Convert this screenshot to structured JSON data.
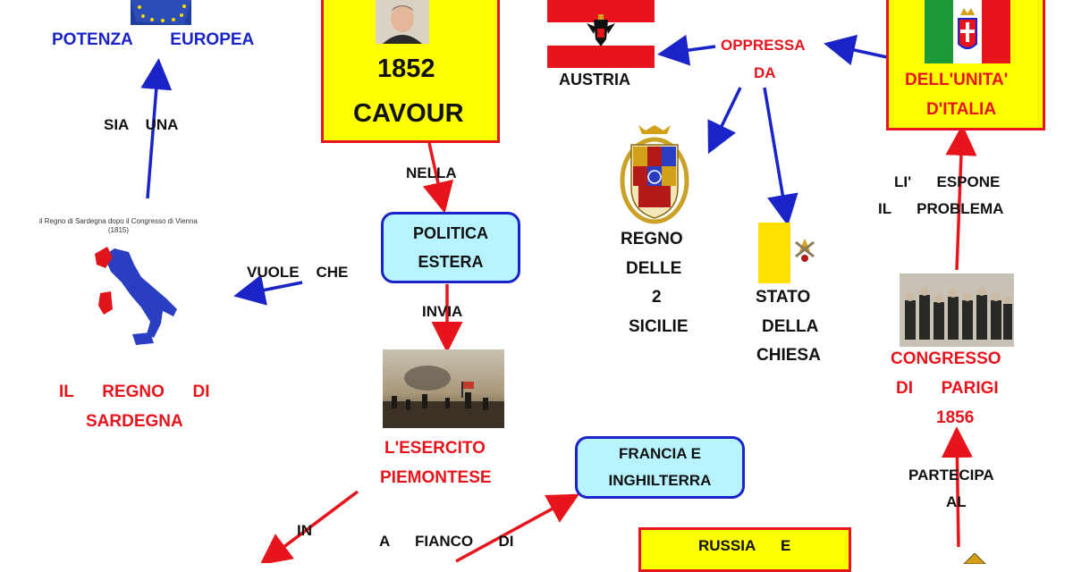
{
  "colors": {
    "red": "#e8141c",
    "blue": "#1a23c8",
    "yellow": "#ffff00",
    "cyan": "#b8f4ff"
  },
  "eu_map_caption": "POTENZA        EUROPEA",
  "sia_una": "SIA    UNA",
  "regno_map_caption": "il Regno di Sardegna dopo il Congresso di Vienna\n(1815)",
  "vuole_che": "VUOLE    CHE",
  "regno_sardegna": {
    "line1": "IL      REGNO      DI",
    "line2": "SARDEGNA"
  },
  "cavour": {
    "year": "1852",
    "name": "CAVOUR"
  },
  "nella": "NELLA",
  "politica_estera": {
    "line1": "POLITICA",
    "line2": "ESTERA"
  },
  "invia": "INVIA",
  "esercito": {
    "line1": "L'ESERCITO",
    "line2": "PIEMONTESE"
  },
  "in": "IN",
  "a_fianco_di": "A      FIANCO      DI",
  "francia_inghilterra": {
    "line1": "FRANCIA      E",
    "line2": "INGHILTERRA"
  },
  "russia": "RUSSIA      E",
  "austria": "AUSTRIA",
  "oppressa_da": {
    "line1": "OPPRESSA",
    "line2": "DA"
  },
  "due_sicilie": {
    "line1": "REGNO",
    "line2": "DELLE",
    "line3": "2",
    "line4": "SICILIE"
  },
  "stato_chiesa": {
    "line1": "STATO",
    "line2": "DELLA",
    "line3": "CHIESA"
  },
  "unita": {
    "line1": "DELL'UNITA'",
    "line2": "D'ITALIA"
  },
  "li_espone": {
    "line1": "LI'      ESPONE",
    "line2": "IL      PROBLEMA"
  },
  "congresso": {
    "line1": "CONGRESSO",
    "line2": "DI      PARIGI",
    "line3": "1856"
  },
  "partecipa_al": {
    "line1": "PARTECIPA",
    "line2": "AL"
  }
}
